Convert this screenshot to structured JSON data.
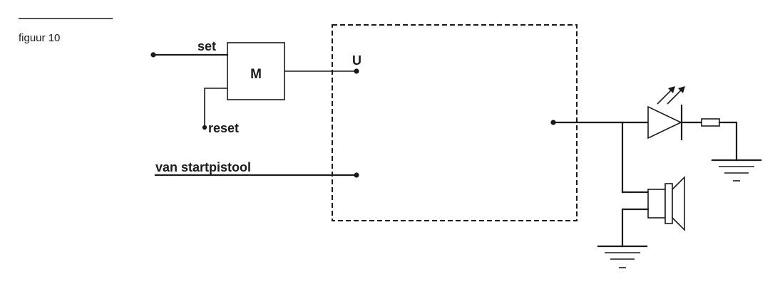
{
  "figure_label": "figuur 10",
  "memory": {
    "block_label": "M",
    "set_label": "set",
    "reset_label": "reset",
    "output_label": "U"
  },
  "input_label": "van startpistool",
  "components": {
    "led": "led-icon",
    "resistor": "resistor-icon",
    "loudspeaker": "loudspeaker-icon",
    "ground": "ground-icon"
  },
  "colors": {
    "ink": "#1a1a1a",
    "paper": "#ffffff"
  }
}
